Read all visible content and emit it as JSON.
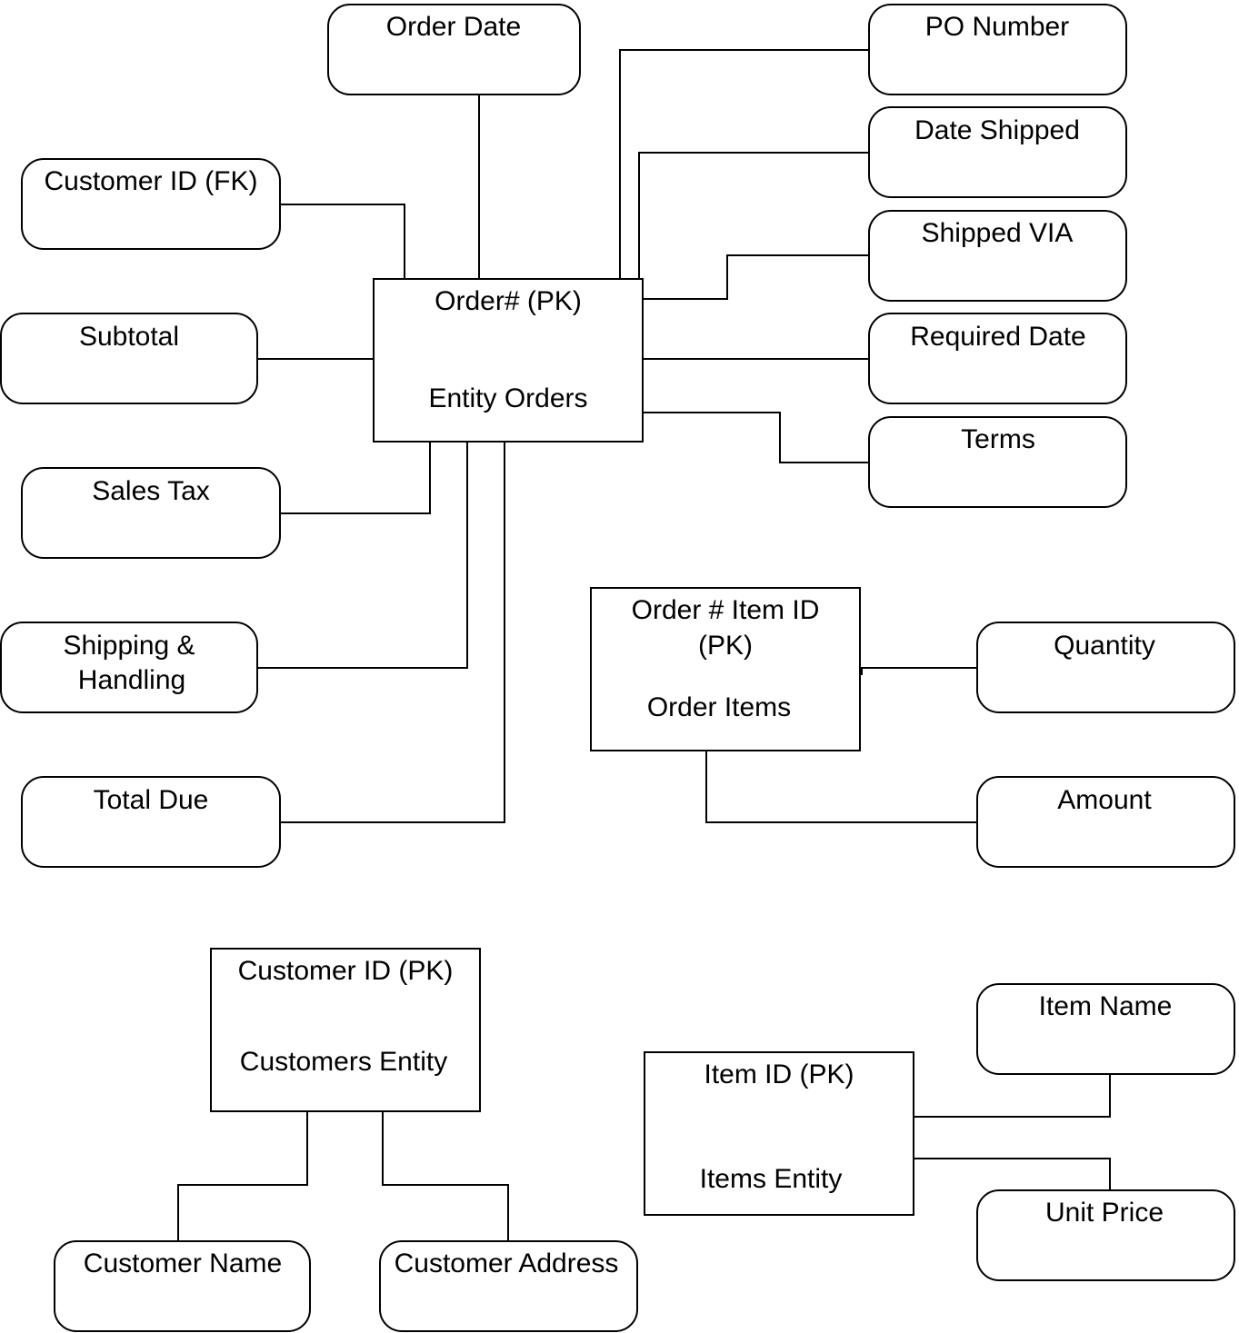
{
  "entities": {
    "orders": {
      "key": "Order# (PK)",
      "name": "Entity Orders"
    },
    "order_items": {
      "key_line1": "Order # Item ID",
      "key_line2": "(PK)",
      "name": "Order Items"
    },
    "customers": {
      "key": "Customer ID (PK)",
      "name": "Customers Entity"
    },
    "items": {
      "key": "Item ID (PK)",
      "name": "Items Entity"
    }
  },
  "attributes": {
    "order_date": "Order Date",
    "customer_id_fk": "Customer ID (FK)",
    "subtotal": "Subtotal",
    "sales_tax": "Sales Tax",
    "shipping_line1": "Shipping &",
    "shipping_line2": "Handling",
    "total_due": "Total Due",
    "po_number": "PO Number",
    "date_shipped": "Date Shipped",
    "shipped_via": "Shipped VIA",
    "required_date": "Required Date",
    "terms": "Terms",
    "quantity": "Quantity",
    "amount": "Amount",
    "customer_name": "Customer Name",
    "customer_address": "Customer Address",
    "item_name": "Item Name",
    "unit_price": "Unit Price"
  }
}
